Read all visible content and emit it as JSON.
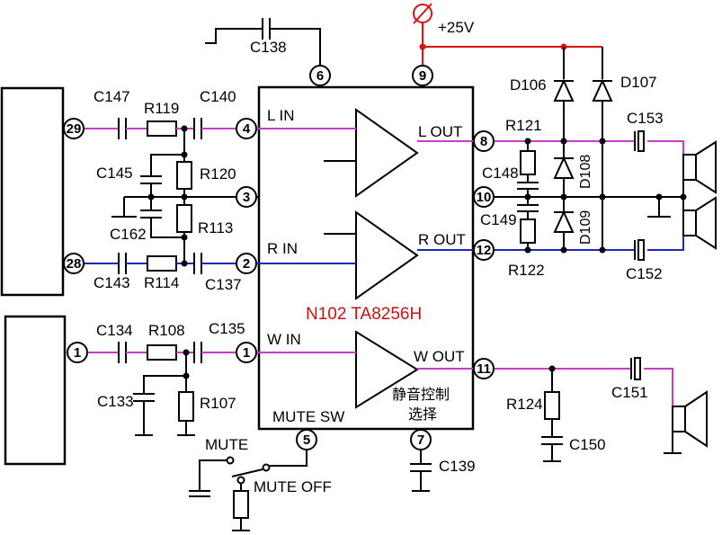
{
  "colors": {
    "left_channel": "#c83cc8",
    "right_channel": "#1a2ab8",
    "supply": "#e01010",
    "chip_label": "#d01010"
  },
  "supply": {
    "label": "+25V"
  },
  "chip": {
    "name": "N102  TA8256H",
    "pins": {
      "l_in": "L  IN",
      "r_in": "R  IN",
      "w_in": "W  IN",
      "l_out": "L  OUT",
      "r_out": "R  OUT",
      "w_out": "W  OUT",
      "mute_sw": "MUTE  SW",
      "mute_select_1": "静音控制",
      "mute_select_2": "选择"
    }
  },
  "pin_numbers": {
    "p29": "29",
    "p28": "28",
    "p1a": "1",
    "p1b": "1",
    "p2": "2",
    "p3": "3",
    "p4": "4",
    "p5": "5",
    "p6": "6",
    "p7": "7",
    "p8": "8",
    "p9": "9",
    "p10": "10",
    "p11": "11",
    "p12": "12"
  },
  "components": {
    "c138": "C138",
    "c147": "C147",
    "r119": "R119",
    "c140": "C140",
    "c145": "C145",
    "r120": "R120",
    "c162": "C162",
    "r113": "R113",
    "c143": "C143",
    "r114": "R114",
    "c137": "C137",
    "c134": "C134",
    "r108": "R108",
    "c135": "C135",
    "c133": "C133",
    "r107": "R107",
    "d106": "D106",
    "d107": "D107",
    "d108": "D108",
    "d109": "D109",
    "r121": "R121",
    "c148": "C148",
    "c149": "C149",
    "r122": "R122",
    "c153": "C153",
    "c152": "C152",
    "r124": "R124",
    "c150": "C150",
    "c151": "C151",
    "c139": "C139"
  },
  "switch": {
    "mute": "MUTE",
    "mute_off": "MUTE  OFF"
  }
}
